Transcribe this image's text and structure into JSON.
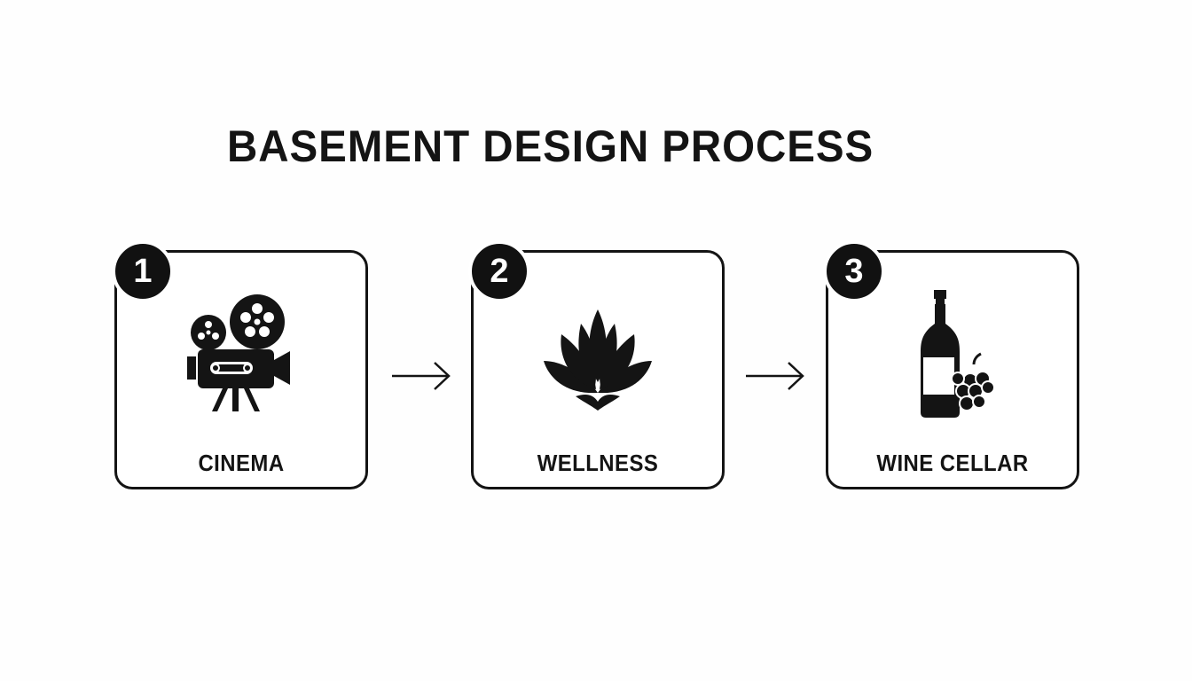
{
  "title": "BASEMENT DESIGN PROCESS",
  "steps": [
    {
      "number": "1",
      "label": "CINEMA",
      "icon": "film-camera-icon"
    },
    {
      "number": "2",
      "label": "WELLNESS",
      "icon": "lotus-icon"
    },
    {
      "number": "3",
      "label": "WINE CELLAR",
      "icon": "wine-bottle-grapes-icon"
    }
  ],
  "colors": {
    "ink": "#141414",
    "background": "#ffffff"
  }
}
